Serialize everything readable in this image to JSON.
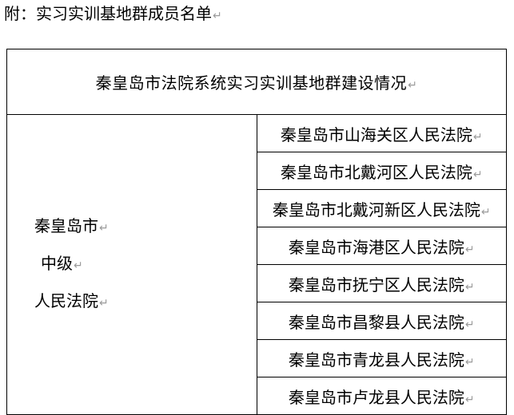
{
  "heading": "附：实习实训基地群成员名单",
  "paragraph_mark": "↵",
  "table": {
    "title": "秦皇岛市法院系统实习实训基地群建设情况",
    "group": [
      "秦皇岛市",
      "中级",
      "人民法院"
    ],
    "courts": [
      "秦皇岛市山海关区人民法院",
      "秦皇岛市北戴河区人民法院",
      "秦皇岛市北戴河新区人民法院",
      "秦皇岛市海港区人民法院",
      "秦皇岛市抚宁区人民法院",
      "秦皇岛市昌黎县人民法院",
      "秦皇岛市青龙县人民法院",
      "秦皇岛市卢龙县人民法院"
    ]
  }
}
